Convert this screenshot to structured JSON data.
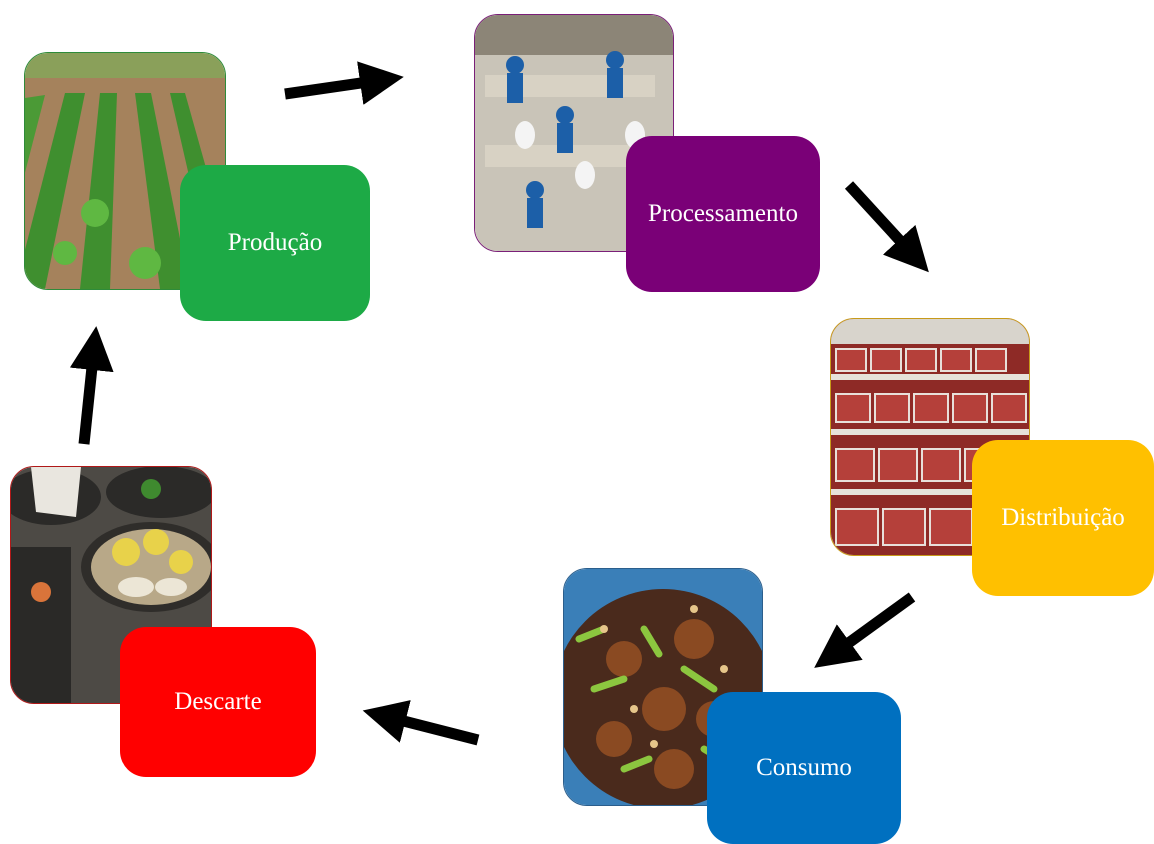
{
  "stages": [
    {
      "id": "producao",
      "label": "Produção",
      "color": "#1DAA46",
      "border": "#2e8b3a"
    },
    {
      "id": "processamento",
      "label": "Processamento",
      "color": "#7A0077",
      "border": "#7a1f78"
    },
    {
      "id": "distribuicao",
      "label": "Distribuição",
      "color": "#FFC000",
      "border": "#c79a1a"
    },
    {
      "id": "consumo",
      "label": "Consumo",
      "color": "#0070C0",
      "border": "#2b5e8c"
    },
    {
      "id": "descarte",
      "label": "Descarte",
      "color": "#FF0000",
      "border": "#b01818"
    }
  ],
  "images": {
    "producao": "crop-field-photo",
    "processamento": "food-processing-plant-photo",
    "distribuicao": "supermarket-meat-shelf-photo",
    "consumo": "cooked-dish-photo",
    "descarte": "food-waste-bins-photo"
  },
  "arrow_color": "#000000"
}
